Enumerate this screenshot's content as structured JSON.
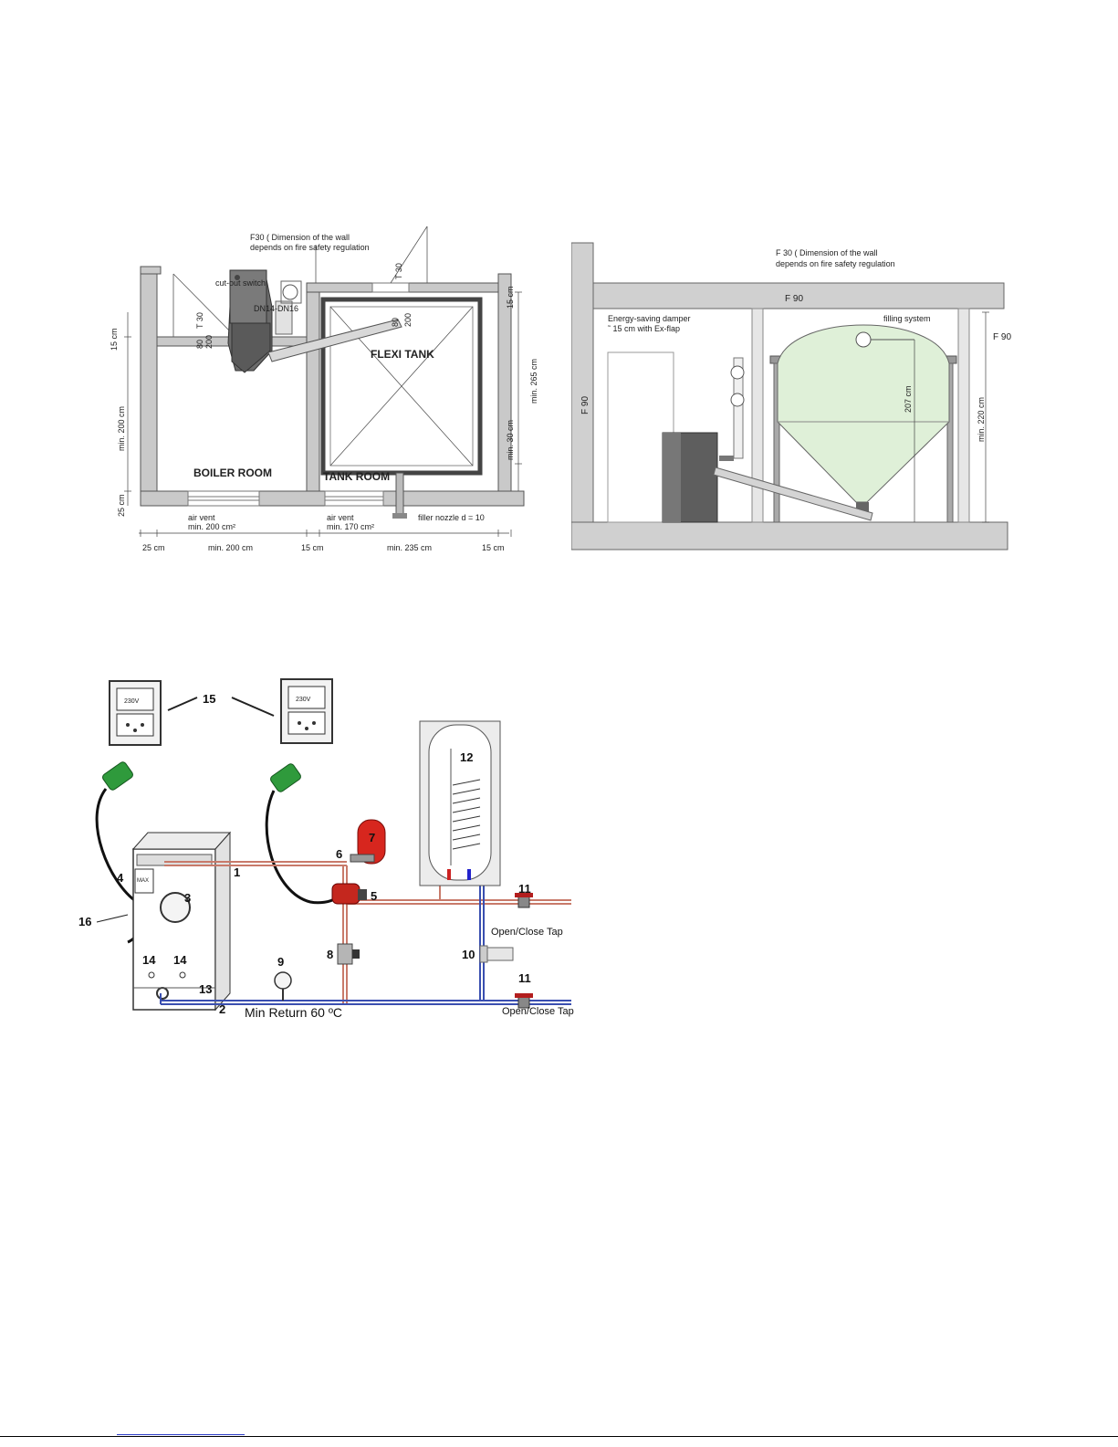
{
  "plan": {
    "wall_note_l1": "F30 ( Dimension of the wall",
    "wall_note_l2": "depends on fire safety regulation",
    "cutout_switch": "cut-out switch",
    "dn": "DN14-DN16",
    "t30_left": "T 30",
    "t30_right": "T 30",
    "h80_left": "80",
    "h200_left": "200",
    "h80_right": "80",
    "h200_right": "200",
    "flexi_tank": "FLEXI TANK",
    "boiler_room": "BOILER ROOM",
    "tank_room": "TANK ROOM",
    "air_vent1_l1": "air vent",
    "air_vent1_l2": "min. 200 cm²",
    "air_vent2_l1": "air vent",
    "air_vent2_l2": "min. 170 cm²",
    "filler": "filler nozzle d = 10",
    "dim_bottom": [
      "25 cm",
      "min. 200 cm",
      "15 cm",
      "min. 235 cm",
      "15 cm"
    ],
    "dim_left_top": "15 cm",
    "dim_left_mid": "min. 200 cm",
    "dim_left_bot": "25 cm",
    "dim_right_top": "15 cm",
    "dim_right_265": "min. 265 cm",
    "dim_right_30": "min. 30 cm"
  },
  "section": {
    "wall_note_l1": "F 30 ( Dimension of the wall",
    "wall_note_l2": "depends on fire safety regulation",
    "f90_top": "F 90",
    "f90_left": "F 90",
    "f90_right": "F 90",
    "damper_l1": "Energy-saving damper",
    "damper_l2": "˜ 15 cm  with Ex-flap",
    "filling": "filling system",
    "h207": "207 cm",
    "h220": "min. 220 cm"
  },
  "schematic": {
    "n1": "1",
    "n2": "2",
    "n3": "3",
    "n4": "4",
    "n5": "5",
    "n6": "6",
    "n7": "7",
    "n8": "8",
    "n9": "9",
    "n10": "10",
    "n11a": "11",
    "n11b": "11",
    "n12": "12",
    "n13": "13",
    "n14a": "14",
    "n14b": "14",
    "n15": "15",
    "n16": "16",
    "socket_left": "230V",
    "socket_right": "230V",
    "tap_top": "Open/Close Tap",
    "tap_bottom": "Open/Close Tap",
    "return": "Min Return 60 ºC",
    "max": "MAX"
  }
}
